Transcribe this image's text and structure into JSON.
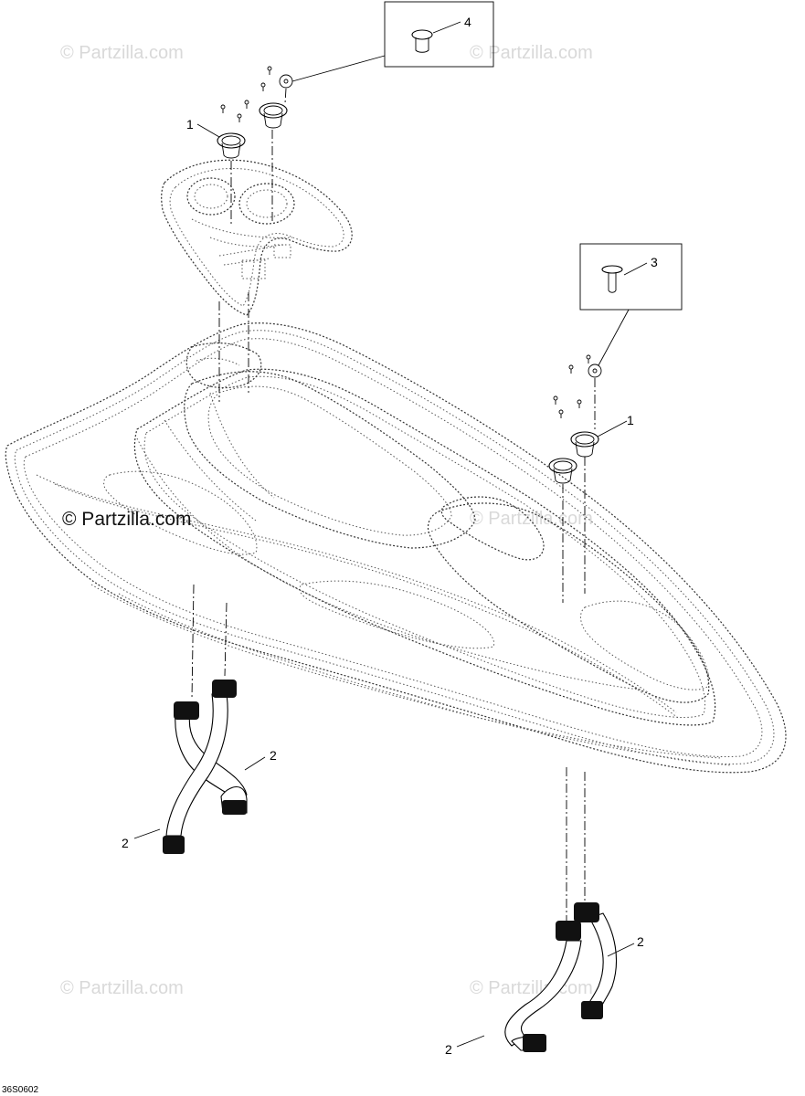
{
  "watermarks": {
    "top_left": "© Partzilla.com",
    "top_right": "© Partzilla.com",
    "center_left": "© Partzilla.com",
    "center_right": "© Partzilla.com",
    "bottom_left": "© Partzilla.com",
    "bottom_right": "© Partzilla.com"
  },
  "callouts": {
    "c1_top": "1",
    "c4": "4",
    "c3": "3",
    "c1_right": "1",
    "c2_left_upper": "2",
    "c2_left_lower": "2",
    "c2_right_upper": "2",
    "c2_right_lower": "2"
  },
  "drawing_code": "36S0602"
}
